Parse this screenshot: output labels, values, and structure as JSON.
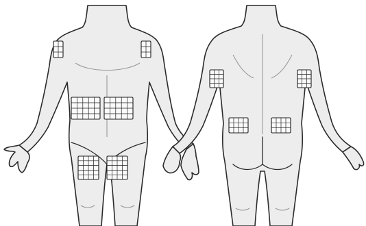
{
  "figures": [
    {
      "view": "front"
    },
    {
      "view": "back"
    }
  ],
  "injection_sites": [
    {
      "site": "upper-arm-right",
      "view": "front",
      "cols": 2,
      "rows": 3
    },
    {
      "site": "upper-arm-left",
      "view": "front",
      "cols": 2,
      "rows": 3
    },
    {
      "site": "abdomen-right",
      "view": "front",
      "cols": 5,
      "rows": 4
    },
    {
      "site": "abdomen-left",
      "view": "front",
      "cols": 5,
      "rows": 4
    },
    {
      "site": "thigh-right",
      "view": "front",
      "cols": 4,
      "rows": 5
    },
    {
      "site": "thigh-left",
      "view": "front",
      "cols": 4,
      "rows": 5
    },
    {
      "site": "upper-arm-left-back",
      "view": "back",
      "cols": 3,
      "rows": 4
    },
    {
      "site": "upper-arm-right-back",
      "view": "back",
      "cols": 3,
      "rows": 4
    },
    {
      "site": "buttock-upper-left",
      "view": "back",
      "cols": 4,
      "rows": 3
    },
    {
      "site": "buttock-upper-right",
      "view": "back",
      "cols": 4,
      "rows": 3
    }
  ],
  "colors": {
    "outline": "#2b2b2b",
    "skin": "#ededed",
    "grid": "#1e1e1e"
  }
}
